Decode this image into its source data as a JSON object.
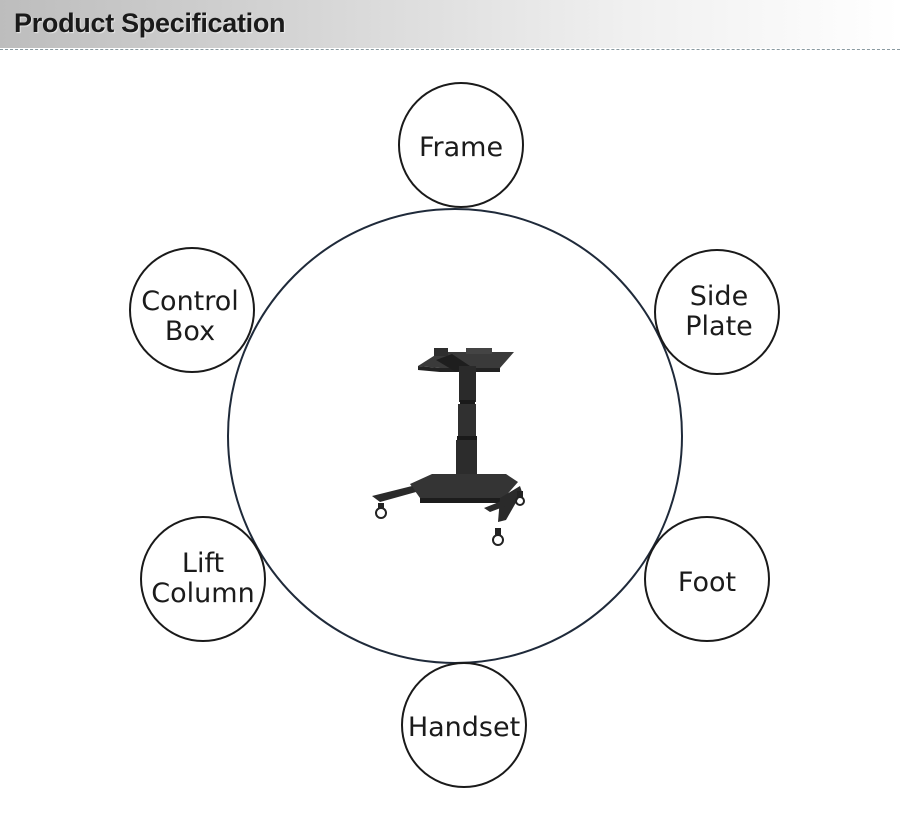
{
  "header": {
    "title": "Product Specification"
  },
  "colors": {
    "ring": "#1f2a3a",
    "bubble_border": "#1a1a1a",
    "product": "#2b2b2b"
  },
  "bubbles": [
    {
      "id": "frame",
      "line1": "Frame",
      "line2": ""
    },
    {
      "id": "side-plate",
      "line1": "Side",
      "line2": "Plate"
    },
    {
      "id": "foot",
      "line1": "Foot",
      "line2": ""
    },
    {
      "id": "handset",
      "line1": "Handset",
      "line2": ""
    },
    {
      "id": "lift-column",
      "line1": "Lift",
      "line2": "Column"
    },
    {
      "id": "control-box",
      "line1": "Control",
      "line2": "Box"
    }
  ],
  "product_image": {
    "icon": "standing-desk-frame-icon"
  }
}
